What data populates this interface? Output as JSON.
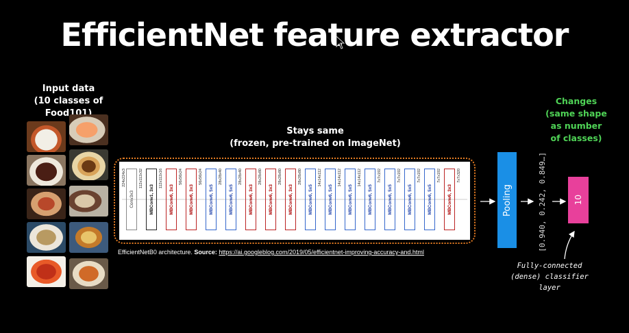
{
  "title": "EfficientNet feature extractor",
  "input": {
    "label_line1": "Input data",
    "label_line2": "(10 classes of Food101)"
  },
  "stays": {
    "line1": "Stays same",
    "line2": "(frozen, pre-trained on ImageNet)"
  },
  "architecture": {
    "layers": [
      {
        "label": "Conv3x3",
        "kind": "conv"
      },
      {
        "label": "MBConv1, 3x3",
        "kind": "mb1"
      },
      {
        "label": "MBConv6, 3x3",
        "kind": "mb3"
      },
      {
        "label": "MBConv6, 3x3",
        "kind": "mb3"
      },
      {
        "label": "MBConv6, 5x5",
        "kind": "mb5"
      },
      {
        "label": "MBConv6, 5x5",
        "kind": "mb5"
      },
      {
        "label": "MBConv6, 3x3",
        "kind": "mb3"
      },
      {
        "label": "MBConv6, 3x3",
        "kind": "mb3"
      },
      {
        "label": "MBConv6, 3x3",
        "kind": "mb3"
      },
      {
        "label": "MBConv6, 5x5",
        "kind": "mb5"
      },
      {
        "label": "MBConv6, 5x5",
        "kind": "mb5"
      },
      {
        "label": "MBConv6, 5x5",
        "kind": "mb5"
      },
      {
        "label": "MBConv6, 5x5",
        "kind": "mb5"
      },
      {
        "label": "MBConv6, 5x5",
        "kind": "mb5"
      },
      {
        "label": "MBConv6, 5x5",
        "kind": "mb5"
      },
      {
        "label": "MBConv6, 5x5",
        "kind": "mb5"
      },
      {
        "label": "MBConv6, 3x3",
        "kind": "mb3"
      }
    ],
    "dims": [
      "224x224x3",
      "112x112x32",
      "112x112x16",
      "56x56x24",
      "56x56x24",
      "28x28x40",
      "28x28x40",
      "28x28x80",
      "28x28x80",
      "28x28x80",
      "14x14x112",
      "14x14x112",
      "14x14x112",
      "7x7x192",
      "7x7x192",
      "7x7x192",
      "7x7x192",
      "7x7x320"
    ]
  },
  "caption": {
    "prefix": "EfficientNetB0 architecture. ",
    "source_label": "Source:",
    "url": "https://ai.googleblog.com/2019/05/efficientnet-improving-accuracy-and.html"
  },
  "pooling_label": "Pooling",
  "output_vector": "[0.940, 0.242, 0.849…]",
  "dense_label": "10",
  "changes": {
    "line1": "Changes",
    "line2": "(same shape",
    "line3": "as number",
    "line4": "of classes)"
  },
  "fc_label": {
    "line1": "Fully-connected",
    "line2": "(dense) classifier layer"
  },
  "colors": {
    "pooling": "#1a8fe6",
    "dense": "#e8409b",
    "changes_text": "#4fd356",
    "frame_dots": "#e87d22"
  }
}
